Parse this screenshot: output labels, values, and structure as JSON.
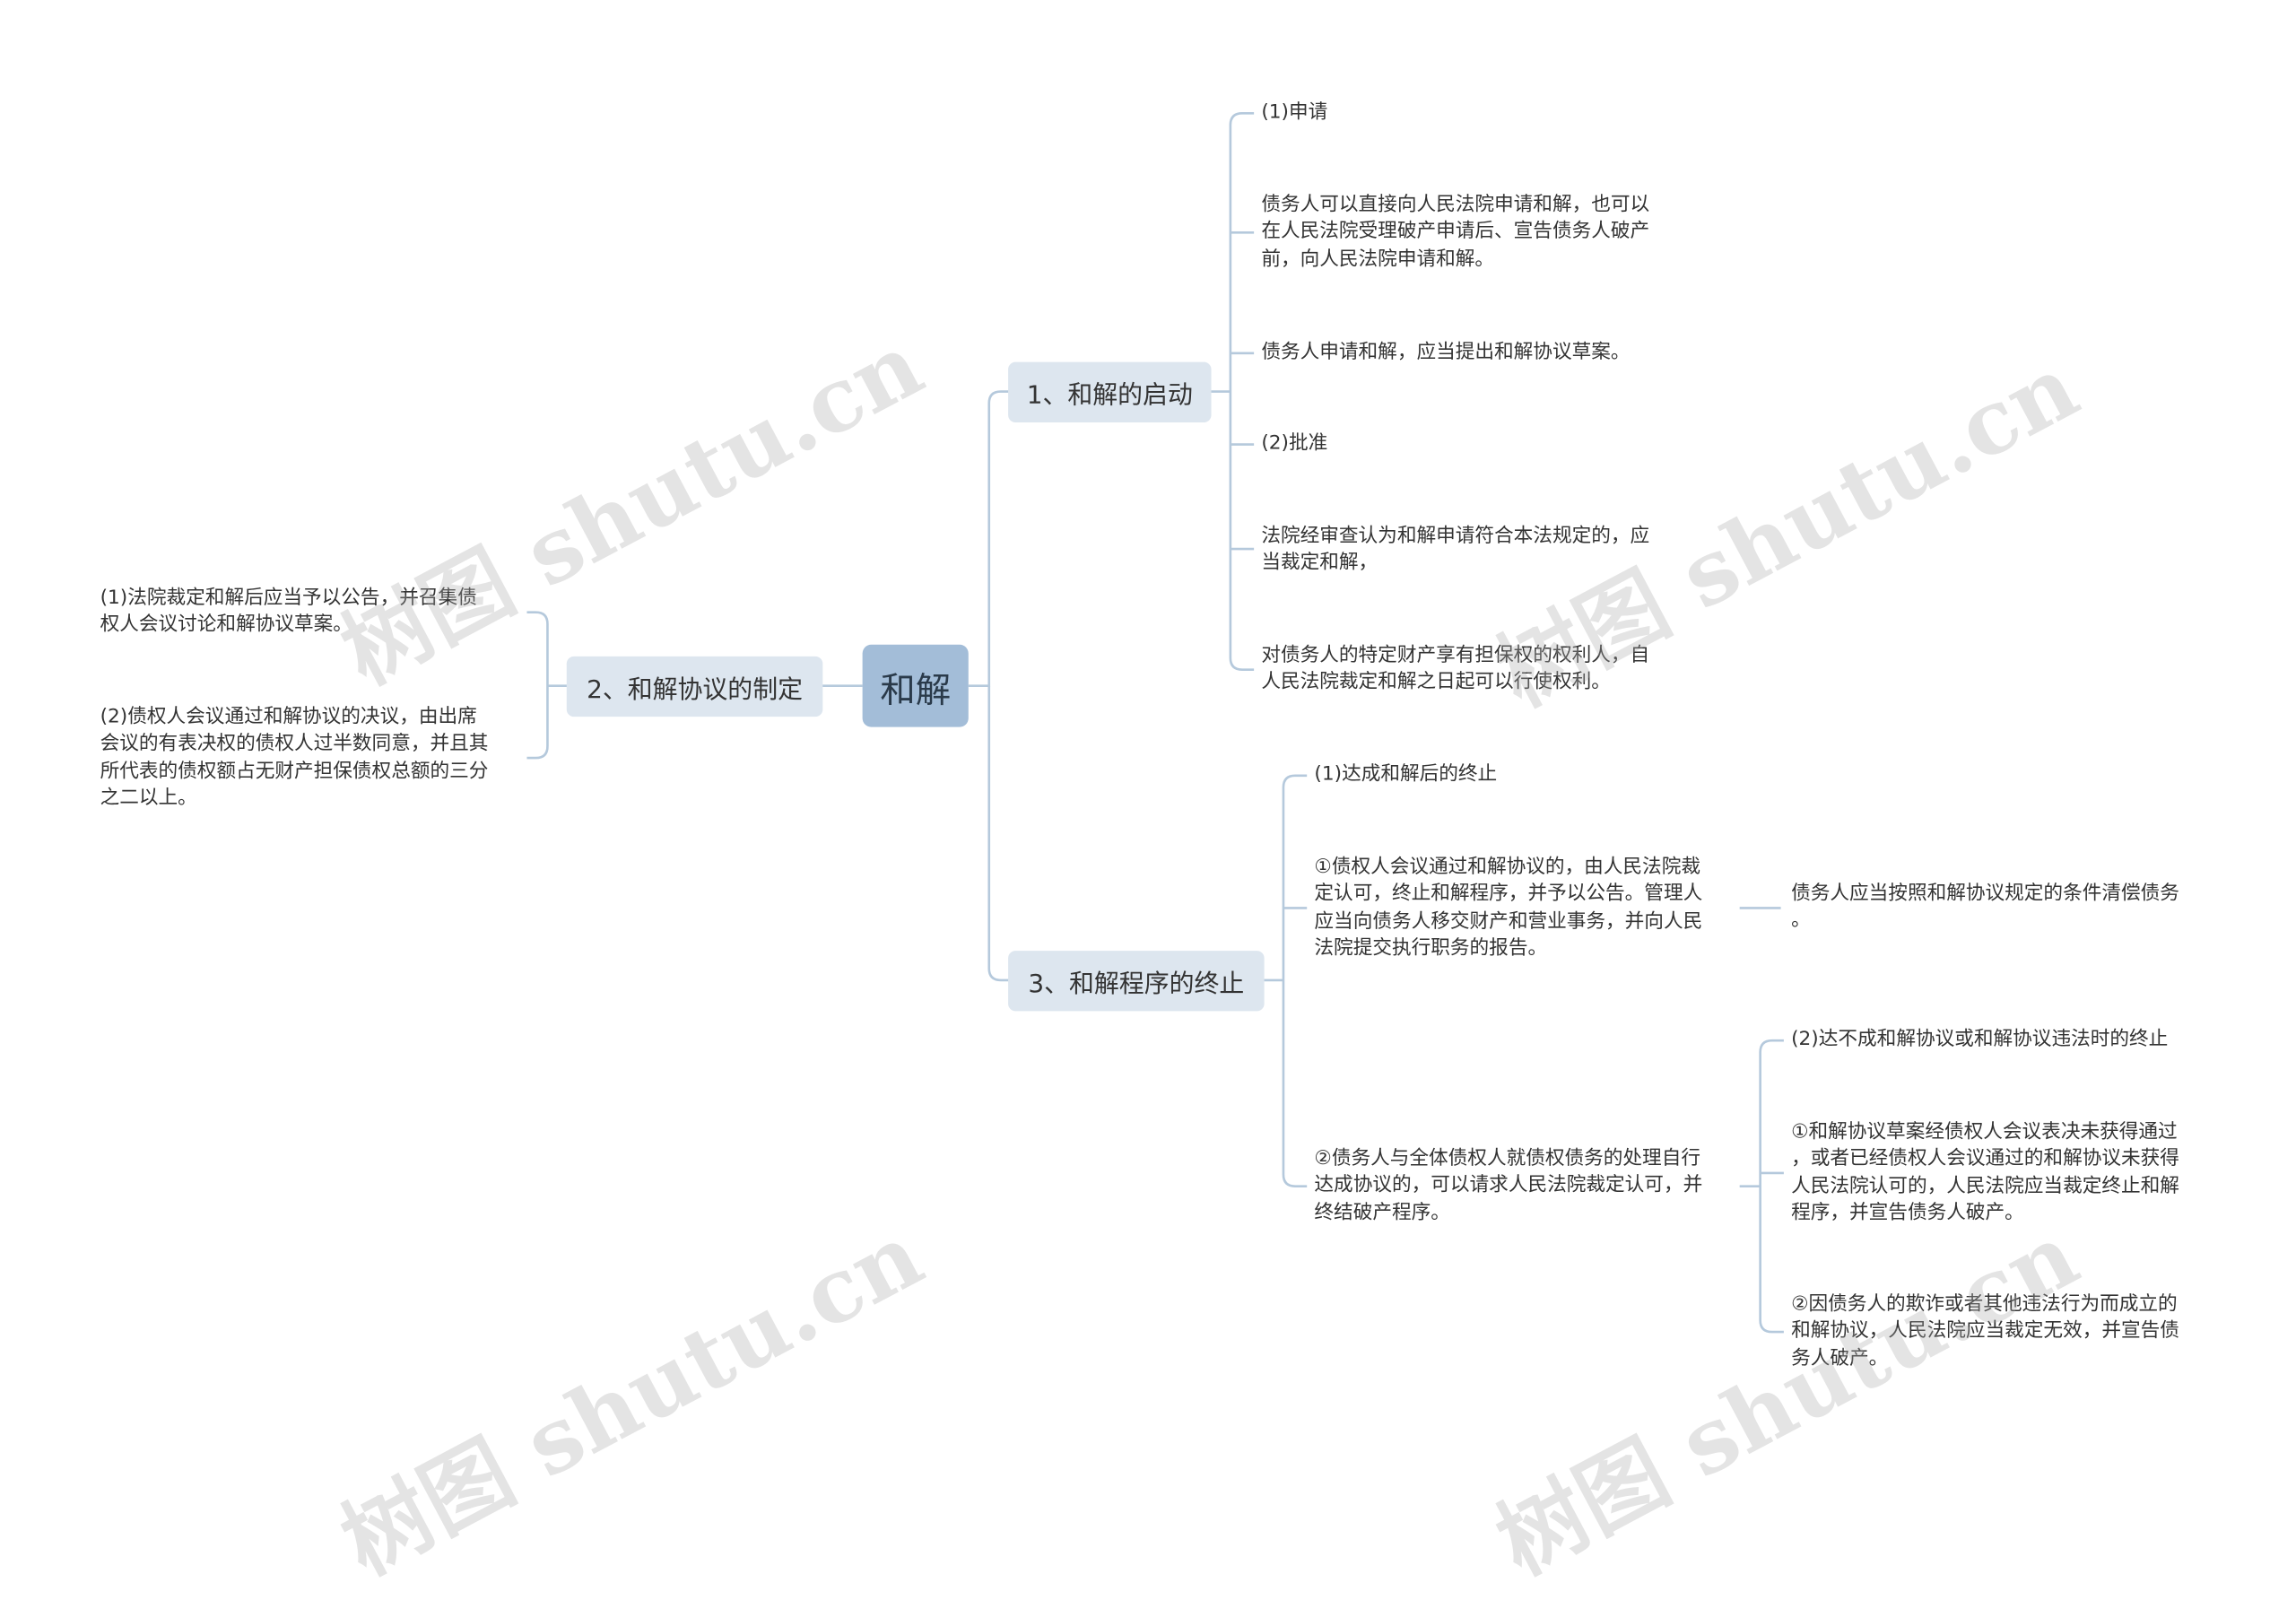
{
  "root": {
    "label": "和解"
  },
  "branches": {
    "b1": {
      "label": "1、和解的启动",
      "items": [
        "(1)申请",
        "债务人可以直接向人民法院申请和解，也可以\n在人民法院受理破产申请后、宣告债务人破产\n前，向人民法院申请和解。",
        "债务人申请和解，应当提出和解协议草案。",
        "(2)批准",
        "法院经审查认为和解申请符合本法规定的，应\n当裁定和解，",
        "对债务人的特定财产享有担保权的权利人，自\n人民法院裁定和解之日起可以行使权利。"
      ]
    },
    "b2": {
      "label": "2、和解协议的制定",
      "items": [
        "(1)法院裁定和解后应当予以公告，并召集债\n权人会议讨论和解协议草案。",
        "(2)债权人会议通过和解协议的决议，由出席\n会议的有表决权的债权人过半数同意，并且其\n所代表的债权额占无财产担保债权总额的三分\n之二以上。"
      ]
    },
    "b3": {
      "label": "3、和解程序的终止",
      "items": [
        "(1)达成和解后的终止",
        "①债权人会议通过和解协议的，由人民法院裁\n定认可，终止和解程序，并予以公告。管理人\n应当向债务人移交财产和营业事务，并向人民\n法院提交执行职务的报告。",
        "②债务人与全体债权人就债权债务的处理自行\n达成协议的，可以请求人民法院裁定认可，并\n终结破产程序。"
      ],
      "sub1": [
        "债务人应当按照和解协议规定的条件清偿债务\n。"
      ],
      "sub2": [
        "(2)达不成和解协议或和解协议违法时的终止",
        "①和解协议草案经债权人会议表决未获得通过\n，或者已经债权人会议通过的和解协议未获得\n人民法院认可的，人民法院应当裁定终止和解\n程序，并宣告债务人破产。",
        "②因债务人的欺诈或者其他违法行为而成立的\n和解协议，人民法院应当裁定无效，并宣告债\n务人破产。"
      ]
    }
  },
  "watermark": "树图 shutu.cn",
  "colors": {
    "line": "#b5c9dc",
    "root_bg": "#a3bdd8",
    "branch_bg": "#dde6ef"
  }
}
